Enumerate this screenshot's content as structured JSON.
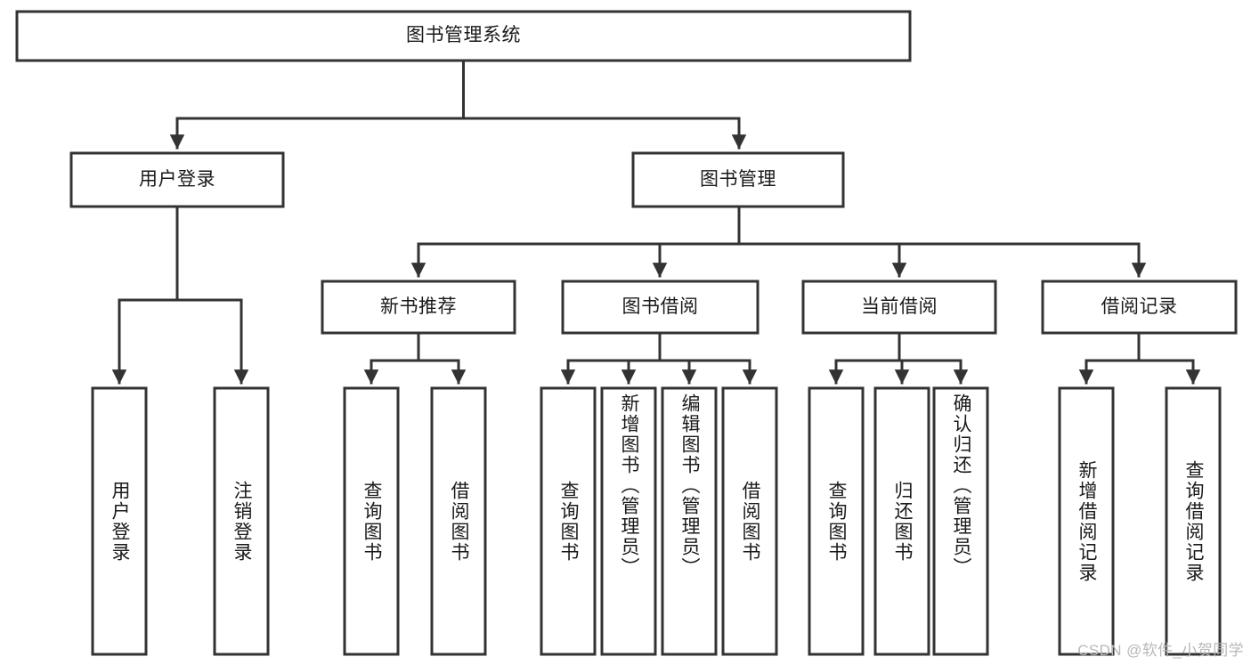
{
  "diagram": {
    "title": "图书管理系统",
    "type": "tree-hierarchy-chart",
    "watermark": "CSDN @软件_小贺同学",
    "stroke_color": "#333333",
    "fill_color": "#ffffff",
    "text_color": "#1a1a1a",
    "nodes": {
      "root": {
        "label": "图书管理系统"
      },
      "level2": [
        {
          "label": "用户登录"
        },
        {
          "label": "图书管理"
        }
      ],
      "level3": [
        {
          "label": "新书推荐"
        },
        {
          "label": "图书借阅"
        },
        {
          "label": "当前借阅"
        },
        {
          "label": "借阅记录"
        }
      ],
      "leaves_user_login": [
        {
          "label": "用户登录"
        },
        {
          "label": "注销登录"
        }
      ],
      "leaves_new_book": [
        {
          "label": "查询图书"
        },
        {
          "label": "借阅图书"
        }
      ],
      "leaves_borrow": [
        {
          "label": "查询图书"
        },
        {
          "label": "新增图书（管理员）"
        },
        {
          "label": "编辑图书（管理员）"
        },
        {
          "label": "借阅图书"
        }
      ],
      "leaves_current": [
        {
          "label": "查询图书"
        },
        {
          "label": "归还图书"
        },
        {
          "label": "确认归还（管理员）"
        }
      ],
      "leaves_record": [
        {
          "label": "新增借阅记录"
        },
        {
          "label": "查询借阅记录"
        }
      ]
    }
  }
}
